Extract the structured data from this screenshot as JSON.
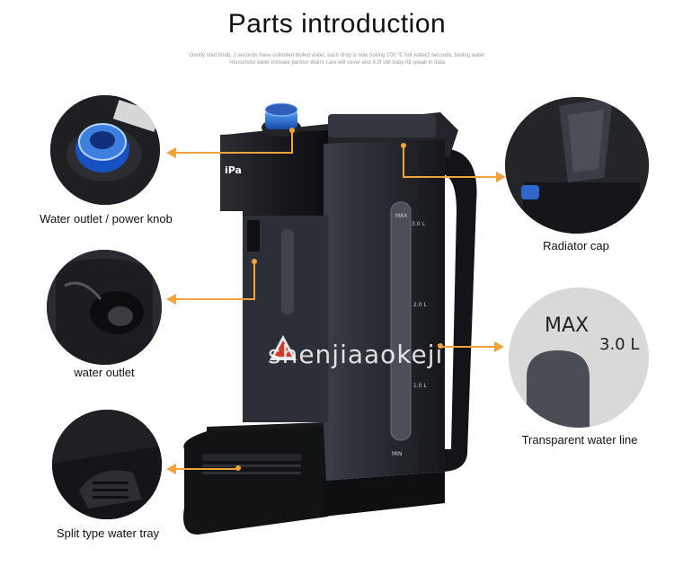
{
  "title": "Parts introduction",
  "subtitle_line1": "Gently start knob, 2 seconds have unlimited boiled water, each drop is now boiling 100 ℃ hot water2 seconds, boiling water",
  "subtitle_line2": "Household water intimate partner Warm care will never end  4.3f still baby All speak in data",
  "watermark": "shenjiaaokeji",
  "labels": {
    "knob": "Water outlet / power knob",
    "outlet": "water outlet",
    "tray": "Split type water tray",
    "cap": "Radiator cap",
    "waterline": "Transparent water line"
  },
  "scale": {
    "max": "MAX",
    "l3": "3.0 L",
    "l2": "2.0 L",
    "l1": "1.0 L",
    "min": "MIN"
  },
  "zoom_max": "MAX",
  "zoom_l3": "3.0 L",
  "colors": {
    "accent": "#f0a23c",
    "body": "#1b1c20"
  }
}
